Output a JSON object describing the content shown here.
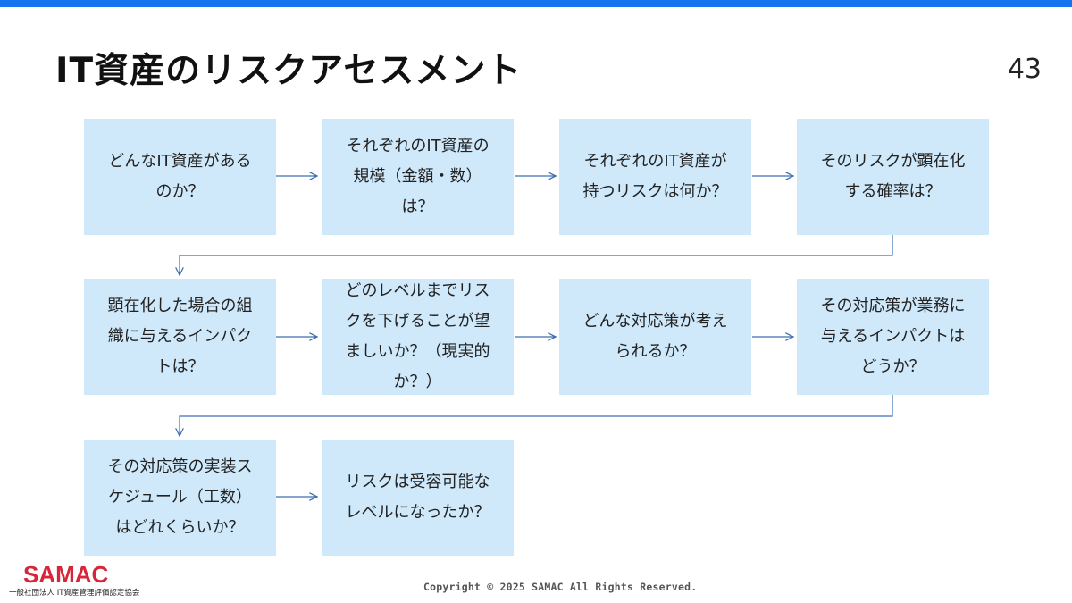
{
  "slide": {
    "title": "IT資産のリスクアセスメント",
    "page_number": "43",
    "accent_color": "#1673f0",
    "box_color": "#cfe9fb",
    "connector_color": "#3b6fb3"
  },
  "steps": [
    {
      "text": "どんなIT資産がある\nのか？"
    },
    {
      "text": "それぞれのIT資産の\n規模（金額・数）\nは？"
    },
    {
      "text": "それぞれのIT資産が\n持つリスクは何か？"
    },
    {
      "text": "そのリスクが顕在化\nする確率は？"
    },
    {
      "text": "顕在化した場合の組\n織に与えるインパク\nトは？"
    },
    {
      "text": "どのレベルまでリス\nクを下げることが望\nましいか？（現実的\nか？）"
    },
    {
      "text": "どんな対応策が考え\nられるか？"
    },
    {
      "text": "その対応策が業務に\n与えるインパクトは\nどうか？"
    },
    {
      "text": "その対応策の実装ス\nケジュール（工数）\nはどれくらいか？"
    },
    {
      "text": "リスクは受容可能な\nレベルになったか？"
    }
  ],
  "footer": {
    "logo_name": "SAMAC",
    "logo_subtitle": "一般社団法人 IT資産管理評価認定協会",
    "copyright": "Copyright © 2025 SAMAC All Rights Reserved."
  }
}
